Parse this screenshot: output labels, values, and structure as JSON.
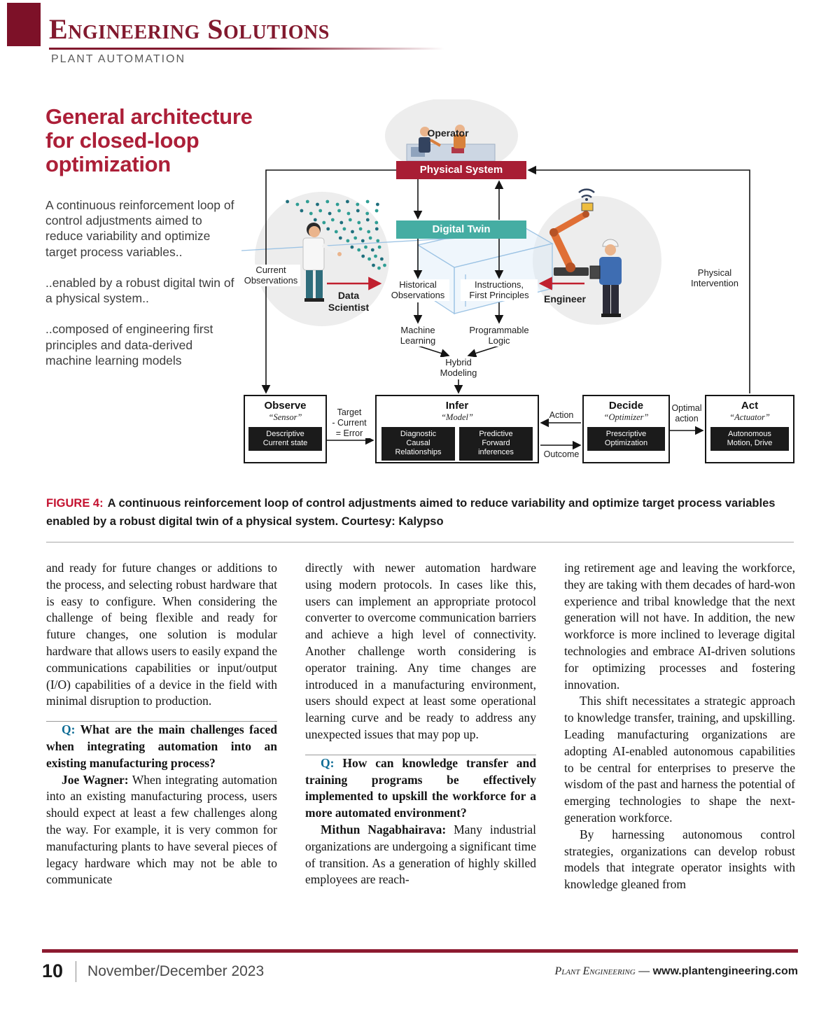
{
  "colors": {
    "accent_maroon": "#8C1A30",
    "figure_red": "#A81E34",
    "digital_twin_teal": "#45ADA3",
    "q_blue": "#0E6C95",
    "caption_red": "#C41230"
  },
  "header": {
    "title": "Engineering Solutions",
    "category": "PLANT AUTOMATION"
  },
  "figure": {
    "headline": "General architecture for closed-loop optimization",
    "intro": [
      "A continuous reinforcement loop of control adjustments aimed to reduce variability and optimize target process variables..",
      "..enabled by a robust digital twin of a physical system..",
      "..composed of engineering first principles and data-derived machine learning models"
    ],
    "diagram": {
      "operator": "Operator",
      "physical_system": "Physical System",
      "digital_twin": "Digital Twin",
      "current_observations": "Current\nObservations",
      "data_scientist": "Data\nScientist",
      "historical_observations": "Historical\nObservations",
      "instructions_first_principles": "Instructions,\nFirst Principles",
      "engineer": "Engineer",
      "physical_intervention": "Physical\nIntervention",
      "machine_learning": "Machine\nLearning",
      "programmable_logic": "Programmable\nLogic",
      "hybrid_modeling": "Hybrid\nModeling",
      "target_error": "Target\n- Current\n= Error",
      "action": "Action",
      "outcome": "Outcome",
      "optimal_action": "Optimal\naction",
      "observe": {
        "title": "Observe",
        "subtitle": "“Sensor”",
        "chip": "Descriptive\nCurrent state"
      },
      "infer": {
        "title": "Infer",
        "subtitle": "“Model”",
        "chip1": "Diagnostic\nCausal\nRelationships",
        "chip2": "Predictive\nForward\ninferences"
      },
      "decide": {
        "title": "Decide",
        "subtitle": "“Optimizer”",
        "chip": "Prescriptive\nOptimization"
      },
      "act": {
        "title": "Act",
        "subtitle": "“Actuator”",
        "chip": "Autonomous\nMotion, Drive"
      }
    },
    "caption_label": "FIGURE 4:",
    "caption_text": "A continuous reinforcement loop of control adjustments aimed to reduce variability and optimize target process variables enabled by a robust digital twin of a physical system. Courtesy: Kalypso"
  },
  "article": {
    "col1": {
      "p1": "and ready for future changes or additions to the process, and selecting robust hardware that is easy to configure. When considering the challenge of being flexible and ready for future changes, one solution is modular hardware that allows users to easily expand the communications capabilities or input/output (I/O) capabilities of a device in the field with minimal disruption to production.",
      "q_label": "Q:",
      "q_text": " What are the main challenges faced when integrating automation into an existing manufacturing process?",
      "a_speaker": "Joe Wagner:",
      "a_text": " When integrating automation into an existing manufacturing process, users should expect at least a few challenges along the way. For example, it is very common for manufacturing plants to have several pieces of legacy hardware which may not be able to communicate"
    },
    "col2": {
      "p1": "directly with newer automation hardware using modern protocols. In cases like this, users can implement an appropriate protocol converter to overcome communication barriers and achieve a high level of connectivity. Another challenge worth considering is operator training. Any time changes are introduced in a manufacturing environment, users should expect at least some operational learning curve and be ready to address any unexpected issues that may pop up.",
      "q_label": "Q:",
      "q_text": " How can knowledge transfer and training programs be effectively implemented to upskill the workforce for a more automated environment?",
      "a_speaker": "Mithun Nagabhairava:",
      "a_text": " Many industrial organizations are undergoing a significant time of transition. As a generation of highly skilled employees are reach-"
    },
    "col3": {
      "p1": "ing retirement age and leaving the workforce, they are taking with them decades of hard-won experience and tribal knowledge that the next generation will not have. In addition, the new workforce is more inclined to leverage digital technologies and embrace AI-driven solutions for optimizing processes and fostering innovation.",
      "p2": "This shift necessitates a strategic approach to knowledge transfer, training, and upskilling. Leading manufacturing organizations are adopting AI-enabled autonomous capabilities to be central for enterprises to preserve the wisdom of the past and harness the potential of emerging technologies to shape the next-generation workforce.",
      "p3": "By harnessing autonomous control strategies, organizations can develop robust models that integrate operator insights with knowledge gleaned from"
    }
  },
  "footer": {
    "page_number": "10",
    "issue": "November/December 2023",
    "brand": "Plant Engineering",
    "separator": " — ",
    "url": "www.plantengineering.com"
  }
}
